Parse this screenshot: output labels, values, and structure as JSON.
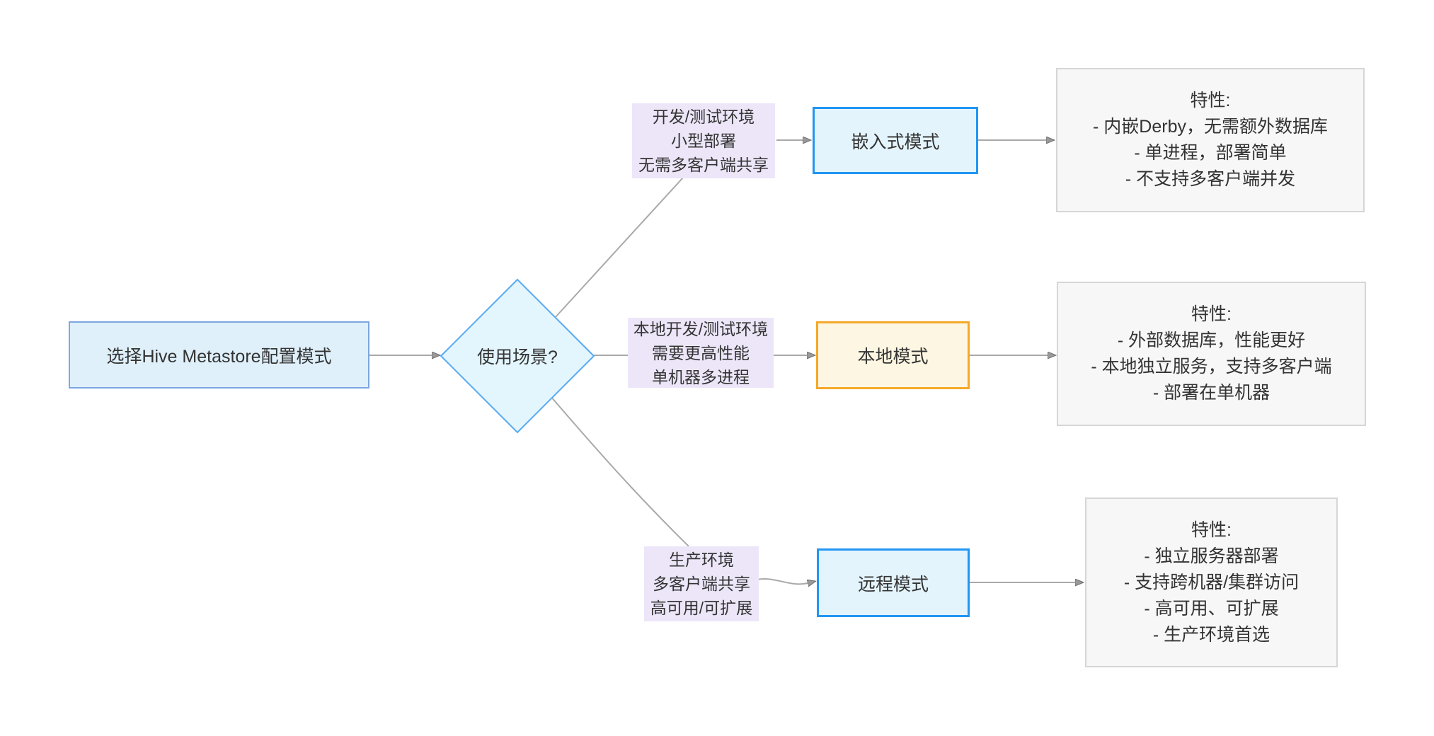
{
  "diagram": {
    "type": "flowchart",
    "nodes": {
      "start": {
        "label": "选择Hive Metastore配置模式"
      },
      "decision": {
        "label": "使用场景?"
      },
      "embedded": {
        "label": "嵌入式模式"
      },
      "local": {
        "label": "本地模式"
      },
      "remote": {
        "label": "远程模式"
      }
    },
    "edge_labels": {
      "top": [
        "开发/测试环境",
        "小型部署",
        "无需多客户端共享"
      ],
      "middle": [
        "本地开发/测试环境",
        "需要更高性能",
        "单机器多进程"
      ],
      "bottom": [
        "生产环境",
        "多客户端共享",
        "高可用/可扩展"
      ]
    },
    "features": {
      "embedded": {
        "title": "特性:",
        "items": [
          "- 内嵌Derby，无需额外数据库",
          "- 单进程，部署简单",
          "- 不支持多客户端并发"
        ]
      },
      "local": {
        "title": "特性:",
        "items": [
          "- 外部数据库，性能更好",
          "- 本地独立服务，支持多客户端",
          "- 部署在单机器"
        ]
      },
      "remote": {
        "title": "特性:",
        "items": [
          "- 独立服务器部署",
          "- 支持跨机器/集群访问",
          "- 高可用、可扩展",
          "- 生产环境首选"
        ]
      }
    },
    "colors": {
      "start_fill": "#dff0fb",
      "start_border": "#7ea6e0",
      "decision_fill": "#e3f5fd",
      "decision_border": "#55a9f2",
      "mode_blue_fill": "#e4f4fd",
      "mode_blue_border": "#2196f3",
      "mode_orange_fill": "#fdf6e2",
      "mode_orange_border": "#f5a829",
      "edge_label_fill": "#ede6f9",
      "feature_fill": "#f7f7f7",
      "feature_border": "#d6d6d6",
      "edge_line": "#a9a9a9",
      "arrowhead": "#999999",
      "text": "#333333"
    }
  }
}
